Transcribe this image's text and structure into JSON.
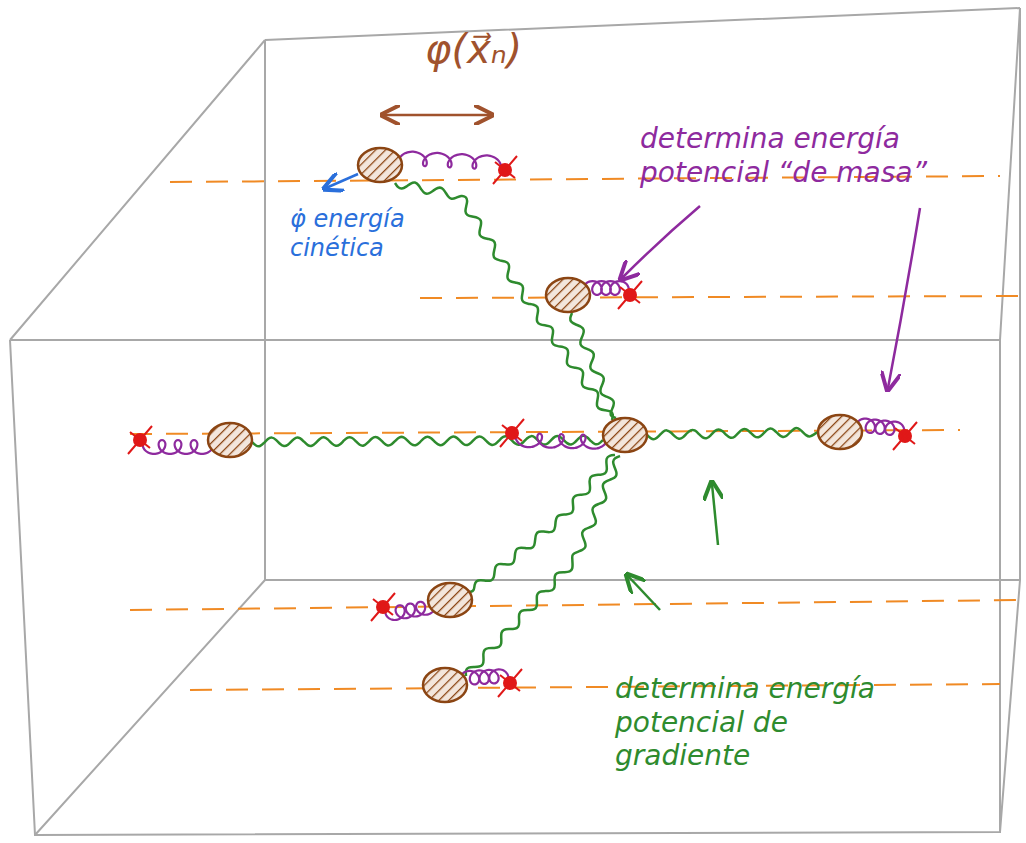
{
  "diagram": {
    "labels": [
      "φ(x⃗ₙ)",
      "φ̇ energía cinética",
      "determina energía potencial “de masa”",
      "determina energía potencial de gradiente"
    ]
  }
}
